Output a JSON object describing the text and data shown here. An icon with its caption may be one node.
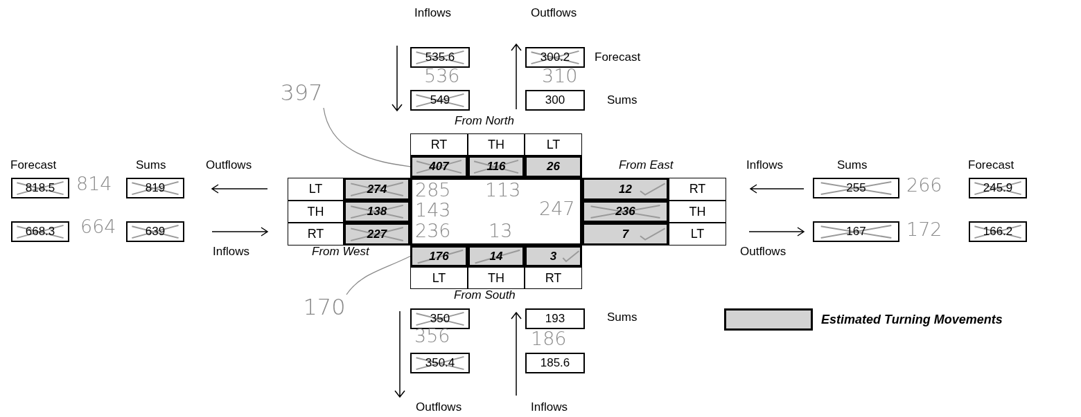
{
  "diagram": {
    "nodes": [
      {
        "text": [
          "535.6"
        ]
      },
      {
        "text": [
          "300.2"
        ]
      },
      {
        "text": [
          "549"
        ]
      },
      {
        "text": [
          "300"
        ]
      },
      {
        "text": [
          "397"
        ]
      },
      {
        "text": [
          "RT"
        ]
      },
      {
        "text": [
          "TH"
        ]
      },
      {
        "text": [
          "LT"
        ]
      },
      {
        "text": [
          "407"
        ]
      },
      {
        "text": [
          "116"
        ]
      },
      {
        "text": [
          "26"
        ]
      },
      {
        "text": [
          "818.5"
        ]
      },
      {
        "text": [
          "819"
        ]
      },
      {
        "text": [
          "LT"
        ]
      },
      {
        "text": [
          "274"
        ]
      },
      {
        "text": [],
        "shape": "box"
      },
      {
        "text": [
          "12"
        ]
      },
      {
        "text": [
          "RT"
        ]
      },
      {
        "text": [
          "255"
        ]
      },
      {
        "text": [
          "245.9"
        ]
      },
      {
        "text": [
          "TH"
        ]
      },
      {
        "text": [
          "138"
        ]
      },
      {
        "text": [
          "236"
        ]
      },
      {
        "text": [
          "TH"
        ]
      },
      {
        "text": [
          "668.3"
        ]
      },
      {
        "text": [
          "639"
        ]
      },
      {
        "text": [
          "RT"
        ]
      },
      {
        "text": [
          "227"
        ]
      },
      {
        "text": [
          "7"
        ]
      },
      {
        "text": [
          "LT"
        ]
      },
      {
        "text": [
          "167"
        ]
      },
      {
        "text": [
          "166.2"
        ]
      },
      {
        "text": [
          "176"
        ]
      },
      {
        "text": [
          "14"
        ]
      },
      {
        "text": [
          "3"
        ]
      },
      {
        "text": [
          "LT"
        ]
      },
      {
        "text": [
          "TH"
        ]
      },
      {
        "text": [
          "RT"
        ]
      },
      {
        "text": [
          "170"
        ]
      },
      {
        "text": [
          "350"
        ]
      },
      {
        "text": [
          "193"
        ]
      },
      {
        "text": [
          "350.4"
        ]
      },
      {
        "text": [
          "185.6"
        ]
      }
    ],
    "edges": [
      {
        "from": 4,
        "to": 8,
        "arrow": "none"
      },
      {
        "from": 38,
        "to": 32,
        "arrow": "none"
      }
    ],
    "labels": [
      "Inflows",
      "Outflows",
      "Forecast",
      "536",
      "310",
      "Sums",
      "From North",
      "Forecast",
      "Sums",
      "Outflows",
      "From East",
      "Inflows",
      "Sums",
      "Forecast",
      "814",
      "285",
      "113",
      "266",
      "143",
      "247",
      "664",
      "236",
      "13",
      "172",
      "Inflows",
      "From West",
      "Outflows",
      "From South",
      "Sums",
      "356",
      "186",
      "Outflows",
      "Inflows"
    ],
    "legend": [
      {
        "text": "Estimated Turning Movements",
        "color": "#d3d3d3"
      }
    ]
  }
}
